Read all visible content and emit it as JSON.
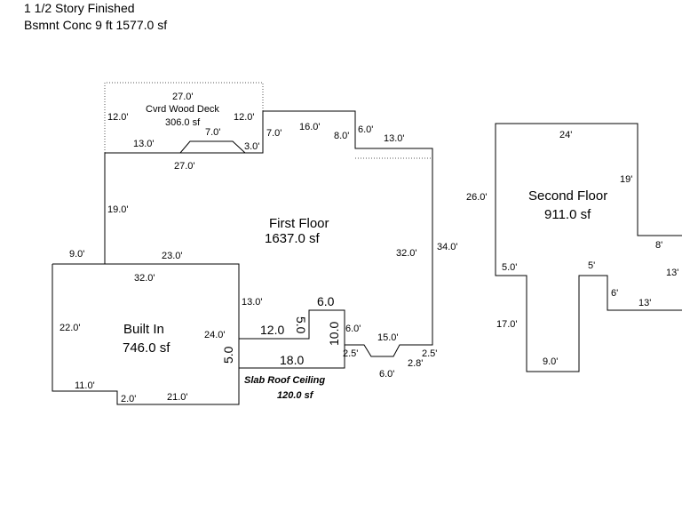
{
  "header": {
    "line1": "1 1/2 Story Finished",
    "line2": "Bsmnt Conc 9 ft   1577.0 sf"
  },
  "rooms": {
    "deck_name": "Cvrd Wood Deck",
    "deck_area": "306.0 sf",
    "first_floor_name": "First Floor",
    "first_floor_area": "1637.0 sf",
    "built_in_name": "Built In",
    "built_in_area": "746.0 sf",
    "second_floor_name": "Second Floor",
    "second_floor_area": "911.0 sf",
    "slab_name": "Slab Roof Ceiling",
    "slab_area": "120.0 sf"
  },
  "dims": {
    "deck_top": "27.0'",
    "deck_left": "12.0'",
    "deck_right": "12.0'",
    "deck_bottom_left": "13.0'",
    "deck_bottom_mid": "7.0'",
    "deck_bottom_right": "3.0'",
    "ff_top_27": "27.0'",
    "ff_7a": "7.0'",
    "ff_16": "16.0'",
    "ff_8": "8.0'",
    "ff_6a": "6.0'",
    "ff_13a": "13.0'",
    "ff_19": "19.0'",
    "ff_9": "9.0'",
    "ff_23": "23.0'",
    "ff_32right": "32.0'",
    "ff_34": "34.0'",
    "ff_13b": "13.0'",
    "bi_32": "32.0'",
    "bi_22": "22.0'",
    "bi_24": "24.0'",
    "bi_11": "11.0'",
    "bi_2": "2.0'",
    "bi_21": "21.0'",
    "slab_5a": "5.0",
    "slab_12": "12.0",
    "slab_5b": "5.0",
    "slab_6": "6.0",
    "slab_10": "10.0",
    "slab_18": "18.0",
    "ff_6b": "6.0'",
    "ff_15": "15.0'",
    "ff_25a": "2.5'",
    "ff_25b": "2.5'",
    "ff_28": "2.8'",
    "ff_6c": "6.0'",
    "sf_24": "24'",
    "sf_26": "26.0'",
    "sf_19": "19'",
    "sf_8": "8'",
    "sf_13a": "13'",
    "sf_5": "5.0'",
    "sf_5b": "5'",
    "sf_6": "6'",
    "sf_13b": "13'",
    "sf_17": "17.0'",
    "sf_9": "9.0'"
  }
}
